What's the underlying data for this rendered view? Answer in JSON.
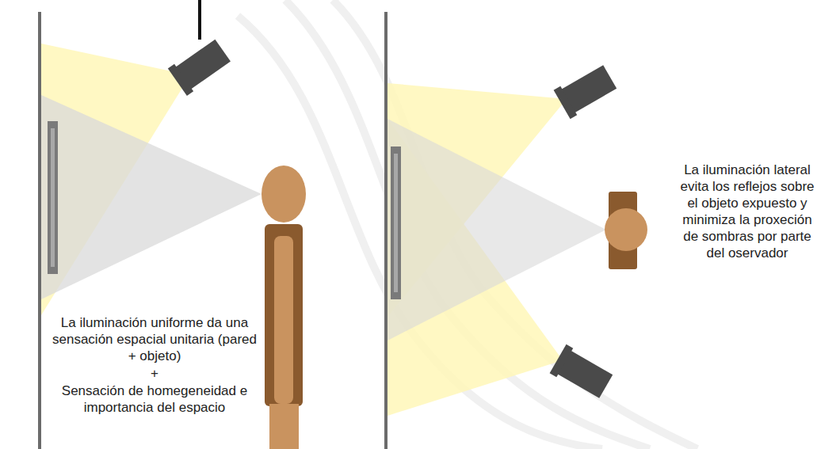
{
  "diagram": {
    "labels": [
      "La iluminación uniforme da una sensación espacial unitaria (pared + objeto)",
      "+",
      "Sensación de homegeneidad e importancia del espacio",
      "La iluminación lateral evita los reflejos sobre el objeto expuesto y minimiza la proxeción de sombras por parte del oservador"
    ]
  }
}
